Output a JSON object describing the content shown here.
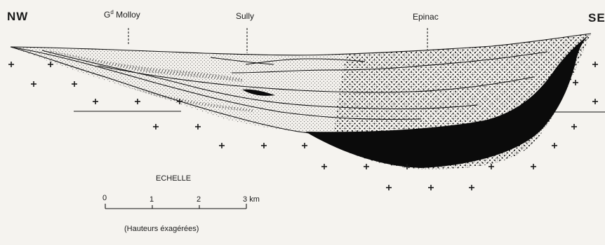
{
  "directions": {
    "left": "NW",
    "right": "SE"
  },
  "localities": {
    "molloy": {
      "prefix": "G",
      "sup": "d",
      "name": " Molloy"
    },
    "sully": "Sully",
    "epinac": "Epinac"
  },
  "scale": {
    "title": "ECHELLE",
    "ticks": [
      "0",
      "1",
      "2",
      "3"
    ],
    "unit": "km",
    "note": "(Hauteurs éxagérées)"
  },
  "colors": {
    "background": "#f5f3ef",
    "ink": "#111111",
    "basement_cross": "#1a1a1a",
    "fine_sand_dots": "#3a3a3a"
  }
}
